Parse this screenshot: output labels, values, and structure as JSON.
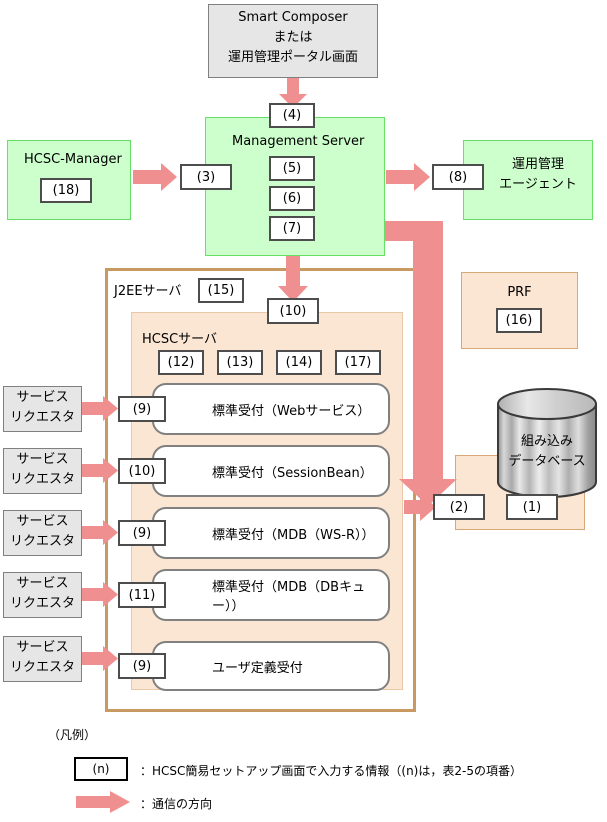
{
  "diagram": {
    "smart_composer": {
      "line1": "Smart Composer",
      "line2": "または",
      "line3": "運用管理ポータル画面"
    },
    "management_server": {
      "title": "Management Server",
      "top_item": "(4)",
      "items": [
        "(5)",
        "(6)",
        "(7)"
      ]
    },
    "hcsc_manager": {
      "title": "HCSC-Manager",
      "item": "(18)"
    },
    "manager_link": "(3)",
    "agent_link": "(8)",
    "agent": {
      "line1": "運用管理",
      "line2": "エージェント"
    },
    "j2ee": {
      "title": "J2EEサーバ",
      "item": "(15)"
    },
    "server_link": "(10)",
    "hcsc_server": {
      "title": "HCSCサーバ",
      "items": [
        "(12)",
        "(13)",
        "(14)",
        "(17)"
      ]
    },
    "prf": {
      "title": "PRF",
      "item": "(16)"
    },
    "database": {
      "line1": "組み込み",
      "line2": "データベース",
      "link": "(2)",
      "item": "(1)"
    },
    "requestor_label": {
      "line1": "サービス",
      "line2": "リクエスタ"
    },
    "receptions": [
      {
        "num": "(9)",
        "label": "標準受付（Webサービス）"
      },
      {
        "num": "(10)",
        "label": "標準受付（SessionBean）"
      },
      {
        "num": "(9)",
        "label": "標準受付（MDB（WS-R））"
      },
      {
        "num": "(11)",
        "label": "標準受付（MDB（DBキュー））"
      },
      {
        "num": "(9)",
        "label": "ユーザ定義受付"
      }
    ],
    "legend": {
      "title": "（凡例）",
      "key_box": "(n)",
      "key_box_desc": "：HCSC簡易セットアップ画面で入力する情報（(n)は，表2-5の項番）",
      "key_arrow_desc": "：通信の方向"
    },
    "colors": {
      "green_fill": "#ccffcc",
      "gray_fill": "#e6e6e6",
      "peach_fill": "#fae6d2",
      "arrow": "#f08f8f",
      "j2ee_border": "#c89a62"
    }
  }
}
